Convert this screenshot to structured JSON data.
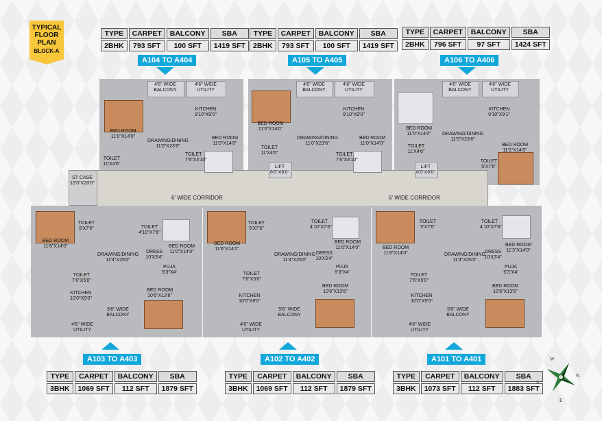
{
  "badge": {
    "line1": "TYPICAL",
    "line2": "FLOOR",
    "line3": "PLAN",
    "line4": "BLOCK-A",
    "color": "#f7c63a"
  },
  "headers": [
    "TYPE",
    "CARPET",
    "BALCONY",
    "SBA"
  ],
  "units_top": [
    {
      "label": "A104 TO A404",
      "type": "2BHK",
      "carpet": "793 SFT",
      "balcony": "100 SFT",
      "sba": "1419 SFT"
    },
    {
      "label": "A105 TO A405",
      "type": "2BHK",
      "carpet": "793 SFT",
      "balcony": "100 SFT",
      "sba": "1419 SFT"
    },
    {
      "label": "A106 TO A406",
      "type": "2BHK",
      "carpet": "796 SFT",
      "balcony": "97 SFT",
      "sba": "1424 SFT"
    }
  ],
  "units_bottom": [
    {
      "label": "A103 TO A403",
      "type": "3BHK",
      "carpet": "1069 SFT",
      "balcony": "112 SFT",
      "sba": "1879 SFT"
    },
    {
      "label": "A102 TO A402",
      "type": "3BHK",
      "carpet": "1069 SFT",
      "balcony": "112 SFT",
      "sba": "1879 SFT"
    },
    {
      "label": "A101 TO A401",
      "type": "3BHK",
      "carpet": "1073 SFT",
      "balcony": "112 SFT",
      "sba": "1883 SFT"
    }
  ],
  "rooms": {
    "balcony": "4'6\" WIDE BALCONY",
    "utility": "4'6\" WIDE UTILITY",
    "kitchen_a": "KITCHEN 9'10\"X9'0\"",
    "kitchen_b": "KITCHEN 9'10\"X9'1\"",
    "bed_top": "BED ROOM 11'0\"X14'0\"",
    "bed_top_b": "BED ROOM 11'1\"X14'0\"",
    "drawing_top": "DRAWING/DINING 11'0\"X23'6\"",
    "toilet_a": "TOILET 11'X4'6\"",
    "toilet_b": "TOILET 7'6\"X4'10\"",
    "toilet_c": "TOILET 5'X7'6\"",
    "lift": "LIFT 6'0\"X6'0\"",
    "staircase": "ST CASE 10'0\"X20'0\"",
    "corridor": "6' WIDE CORRIDOR",
    "toilet_d": "TOILET 5'X7'6\"",
    "toilet_e": "TOILET 4'10\"X7'6\"",
    "bed_3a": "BED ROOM 11'6\"X14'0\"",
    "bed_3b": "BED ROOM 11'0\"X14'0\"",
    "bed_3c": "BED ROOM 11'3\"X14'0\"",
    "dress": "DRESS 10'X3'4\"",
    "drawing_bottom": "DRAWING/DINING 11'4\"X25'0\"",
    "puja": "PUJA 5'3\"X4'",
    "toilet_f": "TOILET 7'6\"X5'0\"",
    "kitchen_3": "KITCHEN 10'0\"X9'0\"",
    "bed_3d": "BED ROOM 10'6\"X13'6\"",
    "balcony_b": "5'6\" WIDE BALCONY",
    "utility_b": "4'6\" WIDE UTILITY"
  },
  "compass": {
    "n": "N",
    "s": "S",
    "e": "E",
    "w": "W"
  },
  "colors": {
    "label_bg": "#11a7db",
    "floor": "#b9babd",
    "wood": "#c98b5e"
  }
}
